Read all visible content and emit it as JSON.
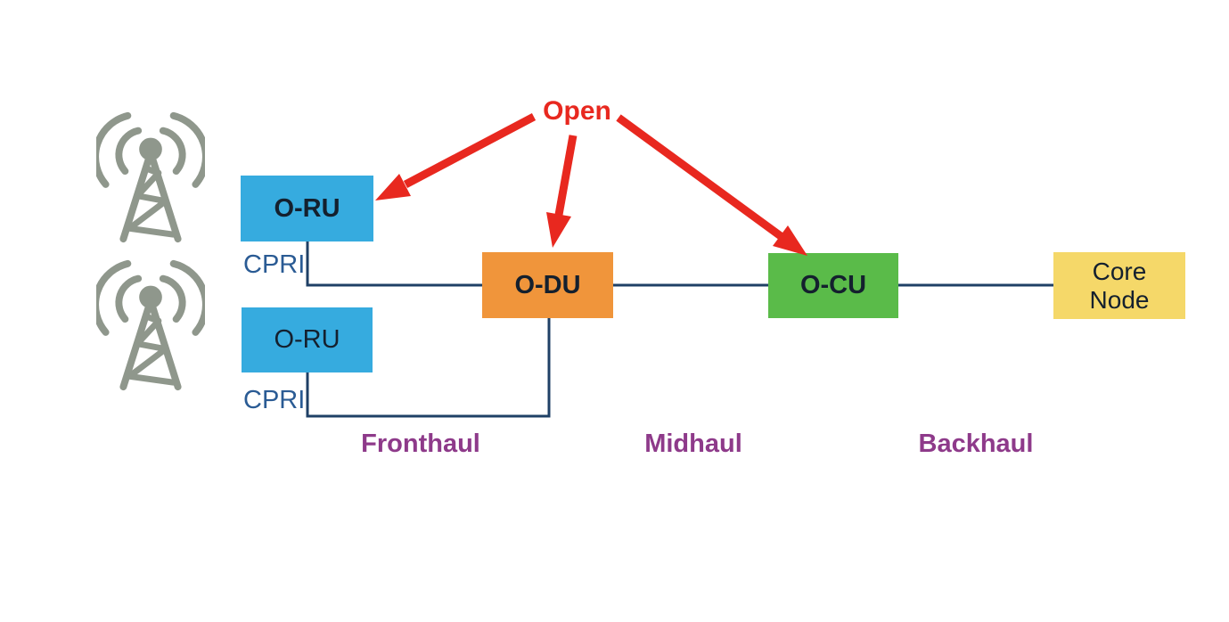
{
  "diagram": {
    "open_callout": {
      "label": "Open"
    },
    "nodes": [
      {
        "id": "o-ru-1",
        "label": "O-RU",
        "color": "#36abdf"
      },
      {
        "id": "o-ru-2",
        "label": "O-RU",
        "color": "#36abdf"
      },
      {
        "id": "o-du",
        "label": "O-DU",
        "color": "#f0953b"
      },
      {
        "id": "o-cu",
        "label": "O-CU",
        "color": "#5abb49"
      },
      {
        "id": "core-node",
        "label": "Core Node",
        "color": "#f5d869"
      }
    ],
    "interface_labels": [
      {
        "id": "cpri-1",
        "label": "CPRI"
      },
      {
        "id": "cpri-2",
        "label": "CPRI"
      }
    ],
    "segment_labels": [
      {
        "id": "fronthaul",
        "label": "Fronthaul"
      },
      {
        "id": "midhaul",
        "label": "Midhaul"
      },
      {
        "id": "backhaul",
        "label": "Backhaul"
      }
    ],
    "colors": {
      "arrow_red": "#e8281f",
      "connector_line": "#1f4066",
      "cpri_text": "#2a5b94",
      "segment_text": "#8e3a8a",
      "open_text": "#e8281f",
      "antenna_icon": "#8f978c",
      "node_o_ru": "#36abdf",
      "node_o_du": "#f0953b",
      "node_o_cu": "#5abb49",
      "node_core": "#f5d869"
    }
  }
}
